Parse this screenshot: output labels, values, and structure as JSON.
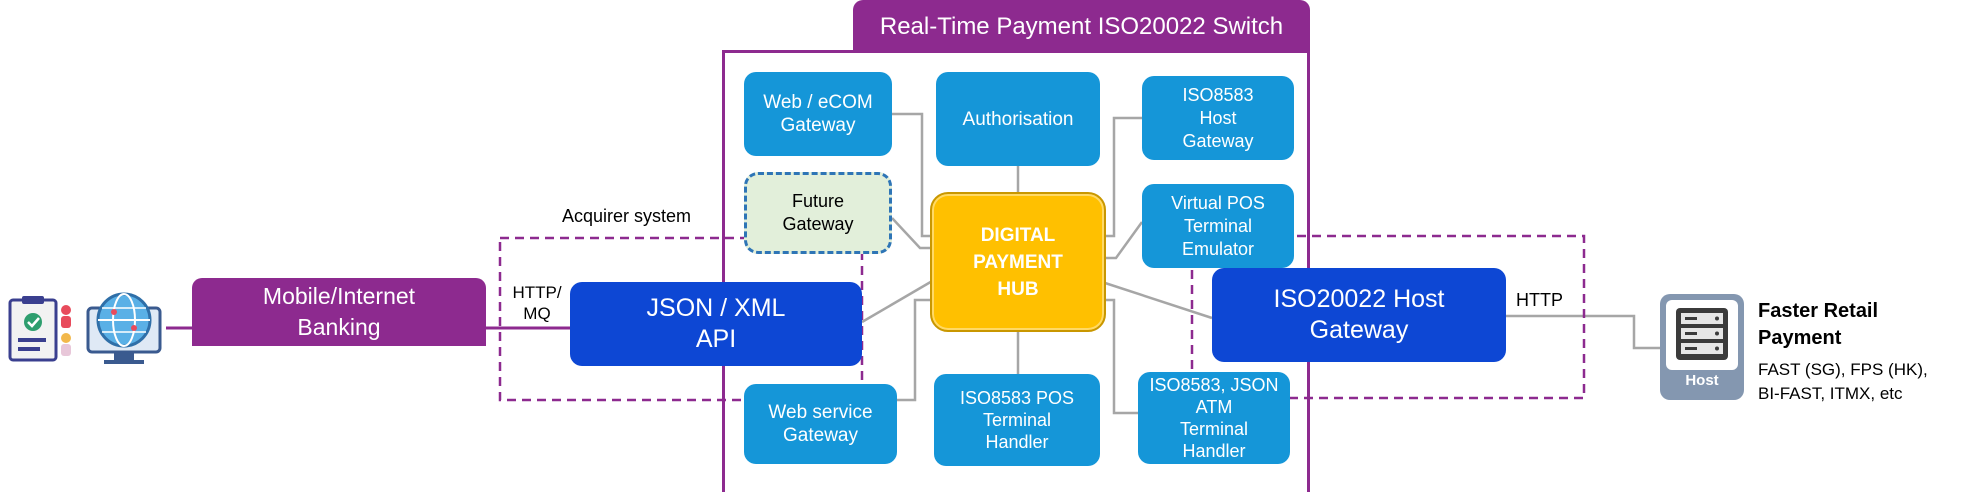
{
  "switch": {
    "title": "Real-Time Payment ISO20022 Switch"
  },
  "hub": {
    "label": "DIGITAL\nPAYMENT\nHUB"
  },
  "gateways": {
    "web_ecom": "Web / eCOM\nGateway",
    "authorisation": "Authorisation",
    "iso8583_host": "ISO8583\nHost\nGateway",
    "future": "Future\nGateway",
    "virtual_pos": "Virtual POS\nTerminal\nEmulator",
    "web_service": "Web service\nGateway",
    "iso8583_pos": "ISO8583 POS\nTerminal\nHandler",
    "iso8583_json_atm": "ISO8583, JSON\nATM\nTerminal\nHandler"
  },
  "json_api": "JSON / XML\nAPI",
  "iso20022_host": "ISO20022 Host\nGateway",
  "mobile_banking": "Mobile/Internet\nBanking",
  "acquirer_label": "Acquirer system",
  "protocol_left": "HTTP/\nMQ",
  "protocol_right": "HTTP",
  "host_icon_label": "Host",
  "faster_retail": {
    "title": "Faster Retail\nPayment",
    "systems": "FAST (SG),  FPS (HK),\nBI-FAST, ITMX, etc"
  },
  "colors": {
    "purple": "#8d2a8f",
    "cyan": "#1596d8",
    "blue": "#0d47d4",
    "hub_yellow": "#ffc000",
    "future_fill": "#e2efda",
    "future_border": "#2e75b6"
  },
  "icons": [
    "clipboard-user-icon",
    "globe-monitor-icon",
    "server-host-icon"
  ]
}
